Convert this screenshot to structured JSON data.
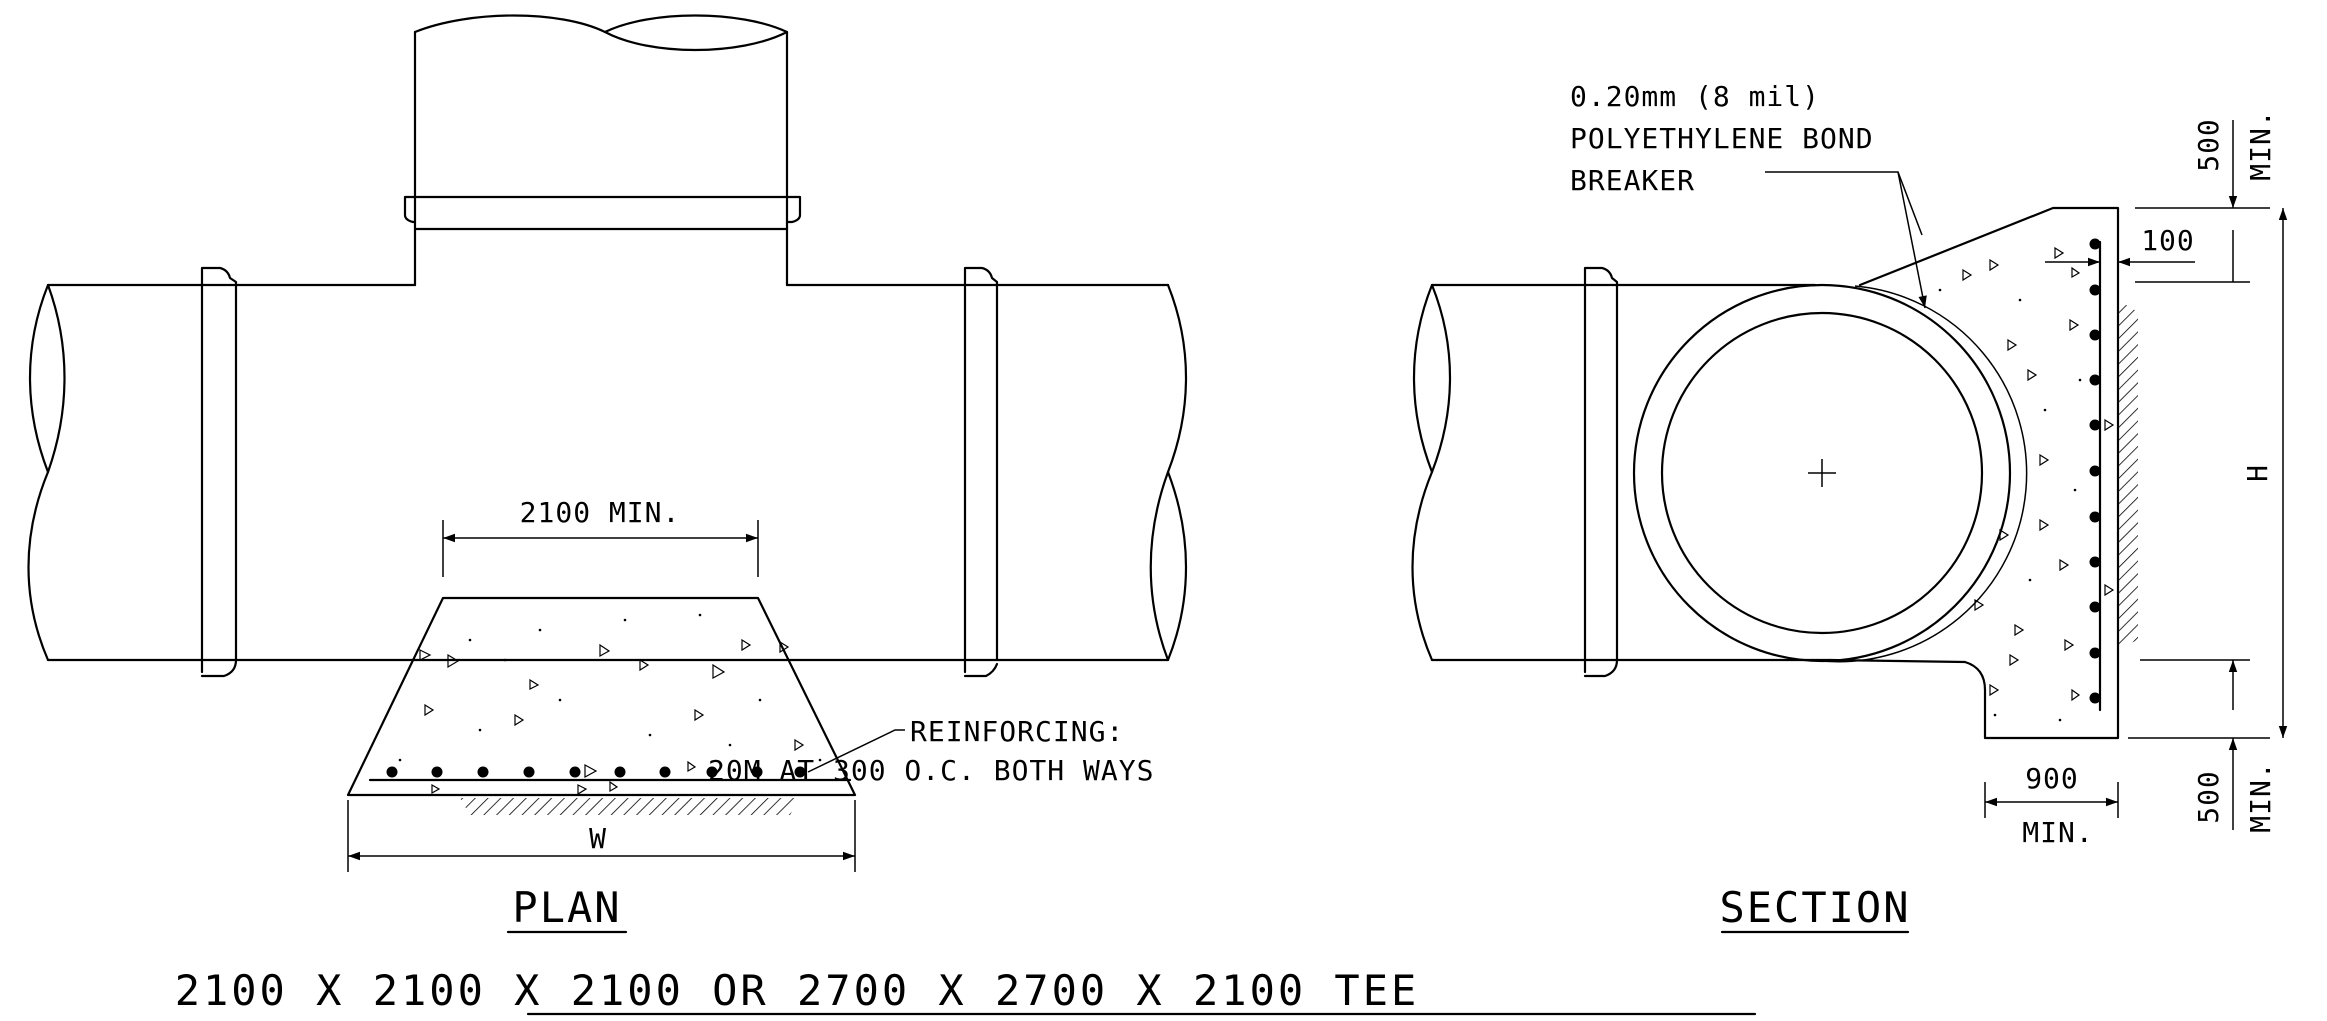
{
  "plan": {
    "title": "PLAN",
    "dim_top": "2100 MIN.",
    "dim_bottom": "W",
    "reinforcing_line1": "REINFORCING:",
    "reinforcing_line2": "20M AT 300 O.C. BOTH WAYS"
  },
  "section": {
    "title": "SECTION",
    "note_line1": "0.20mm (8 mil)",
    "note_line2": "POLYETHYLENE BOND",
    "note_line3": "BREAKER",
    "dim_top_value": "500",
    "dim_top_suffix": "MIN.",
    "dim_cover": "100",
    "dim_height": "H",
    "dim_bottom_value": "500",
    "dim_bottom_suffix": "MIN.",
    "dim_base_value": "900",
    "dim_base_suffix": "MIN."
  },
  "drawing_title": "2100 X 2100 X 2100 OR 2700 X 2700 X 2100 TEE"
}
